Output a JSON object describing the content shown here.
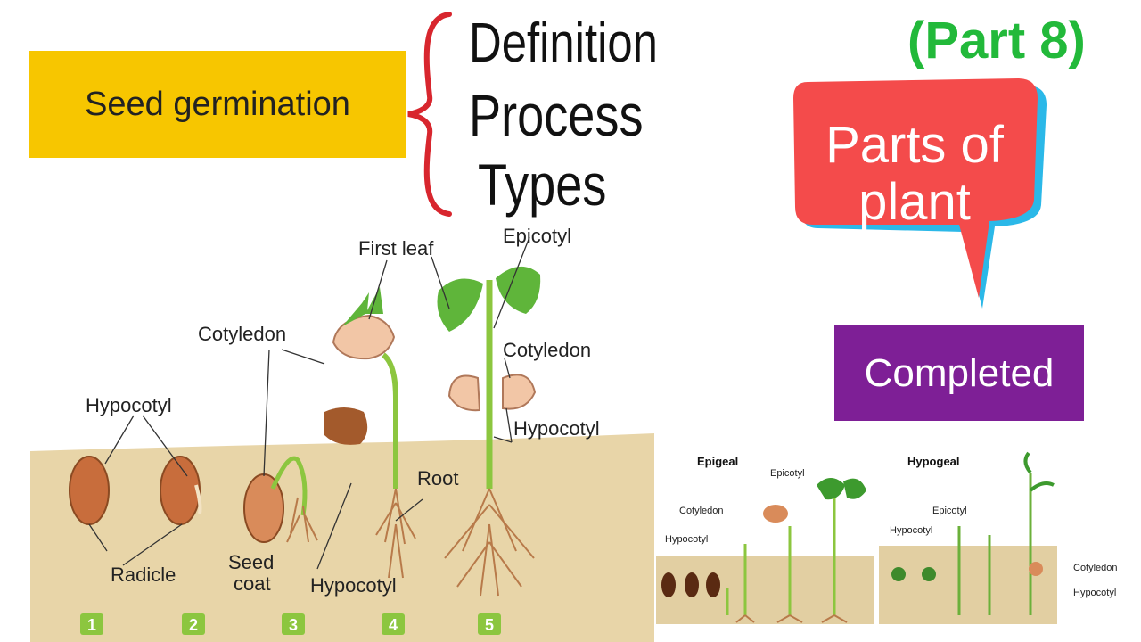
{
  "title_box": {
    "text": "Seed germination",
    "color": "#f7c600"
  },
  "topics": [
    "Definition",
    "Process",
    "Types"
  ],
  "part_label": "(Part 8)",
  "bubble": {
    "line1": "Parts of",
    "line2": "plant",
    "color": "#f44b4b",
    "shadow": "#2bb8e8"
  },
  "status": {
    "text": "Completed",
    "color": "#7e1f96"
  },
  "main_diagram": {
    "labels": {
      "first_leaf": "First leaf",
      "epicotyl": "Epicotyl",
      "cotyledon_left": "Cotyledon",
      "cotyledon_right": "Cotyledon",
      "hypocotyl_top": "Hypocotyl",
      "hypocotyl_right": "Hypocotyl",
      "hypocotyl_bottom": "Hypocotyl",
      "root": "Root",
      "radicle": "Radicle",
      "seed_coat_1": "Seed",
      "seed_coat_2": "coat"
    },
    "steps": [
      "1",
      "2",
      "3",
      "4",
      "5"
    ]
  },
  "epigeal": {
    "title": "Epigeal",
    "labels": {
      "epicotyl": "Epicotyl",
      "cotyledon": "Cotyledon",
      "hypocotyl": "Hypocotyl"
    }
  },
  "hypogeal": {
    "title": "Hypogeal",
    "labels": {
      "epicotyl": "Epicotyl",
      "hypocotyl_left": "Hypocotyl",
      "cotyledon": "Cotyledon",
      "hypocotyl_right": "Hypocotyl"
    }
  }
}
